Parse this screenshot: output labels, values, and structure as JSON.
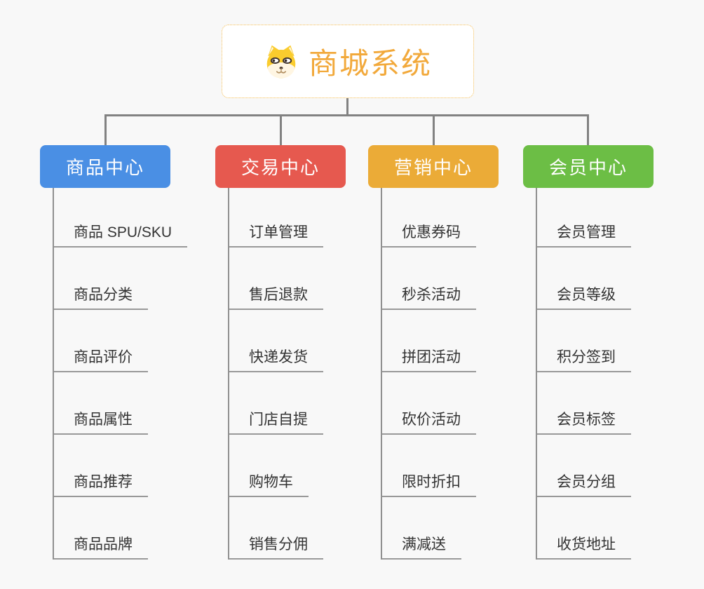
{
  "root": {
    "title": "商城系统",
    "icon": "dog-face-icon"
  },
  "branches": [
    {
      "label": "商品中心",
      "color": "#4a8fe4",
      "items": [
        "商品 SPU/SKU",
        "商品分类",
        "商品评价",
        "商品属性",
        "商品推荐",
        "商品品牌"
      ]
    },
    {
      "label": "交易中心",
      "color": "#e6594f",
      "items": [
        "订单管理",
        "售后退款",
        "快递发货",
        "门店自提",
        "购物车",
        "销售分佣"
      ]
    },
    {
      "label": "营销中心",
      "color": "#ebab37",
      "items": [
        "优惠券码",
        "秒杀活动",
        "拼团活动",
        "砍价活动",
        "限时折扣",
        "满减送"
      ]
    },
    {
      "label": "会员中心",
      "color": "#6cbe45",
      "items": [
        "会员管理",
        "会员等级",
        "积分签到",
        "会员标签",
        "会员分组",
        "收货地址"
      ]
    }
  ],
  "colors": {
    "accent_orange": "#f2a93b",
    "root_border": "#f5be55",
    "connector_gray": "#828282",
    "underline_gray": "#999999",
    "leaf_text": "#333333",
    "page_bg": "#f8f8f8"
  }
}
